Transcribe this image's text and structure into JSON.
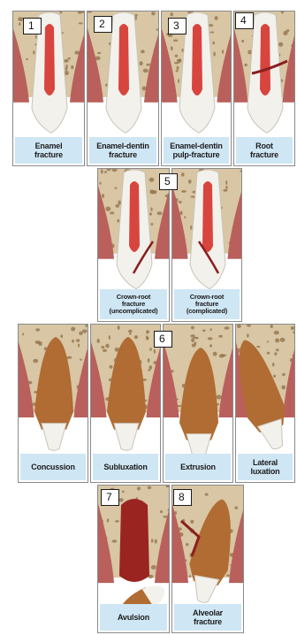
{
  "diagram": {
    "numbers": [
      "1",
      "2",
      "3",
      "4",
      "5",
      "6",
      "7",
      "8"
    ],
    "panels": [
      {
        "key": "enamel",
        "caption": "Enamel\nfracture"
      },
      {
        "key": "enamel_dentin",
        "caption": "Enamel-dentin\nfracture"
      },
      {
        "key": "enamel_dentin_pulp",
        "caption": "Enamel-dentin\npulp-fracture"
      },
      {
        "key": "root",
        "caption": "Root\nfracture"
      },
      {
        "key": "crown_root_uncomplicated",
        "caption": "Crown-root\nfracture\n(uncomplicated)"
      },
      {
        "key": "crown_root_complicated",
        "caption": "Crown-root\nfracture\n(complicated)"
      },
      {
        "key": "concussion",
        "caption": "Concussion"
      },
      {
        "key": "subluxation",
        "caption": "Subluxation"
      },
      {
        "key": "extrusion",
        "caption": "Extrusion"
      },
      {
        "key": "lateral_luxation",
        "caption": "Lateral\nluxation"
      },
      {
        "key": "avulsion",
        "caption": "Avulsion"
      },
      {
        "key": "alveolar",
        "caption": "Alveolar\nfracture"
      }
    ]
  },
  "colors": {
    "bone": "#d8c6a4",
    "bone_pore": "#8f6f47",
    "gum": "#b9605c",
    "tooth": "#f3f1ec",
    "pulp": "#d8453f",
    "crown_brown": "#b06c32",
    "caption_bg": "#cfe6f4",
    "fracture_line": "#8a1f1f"
  }
}
